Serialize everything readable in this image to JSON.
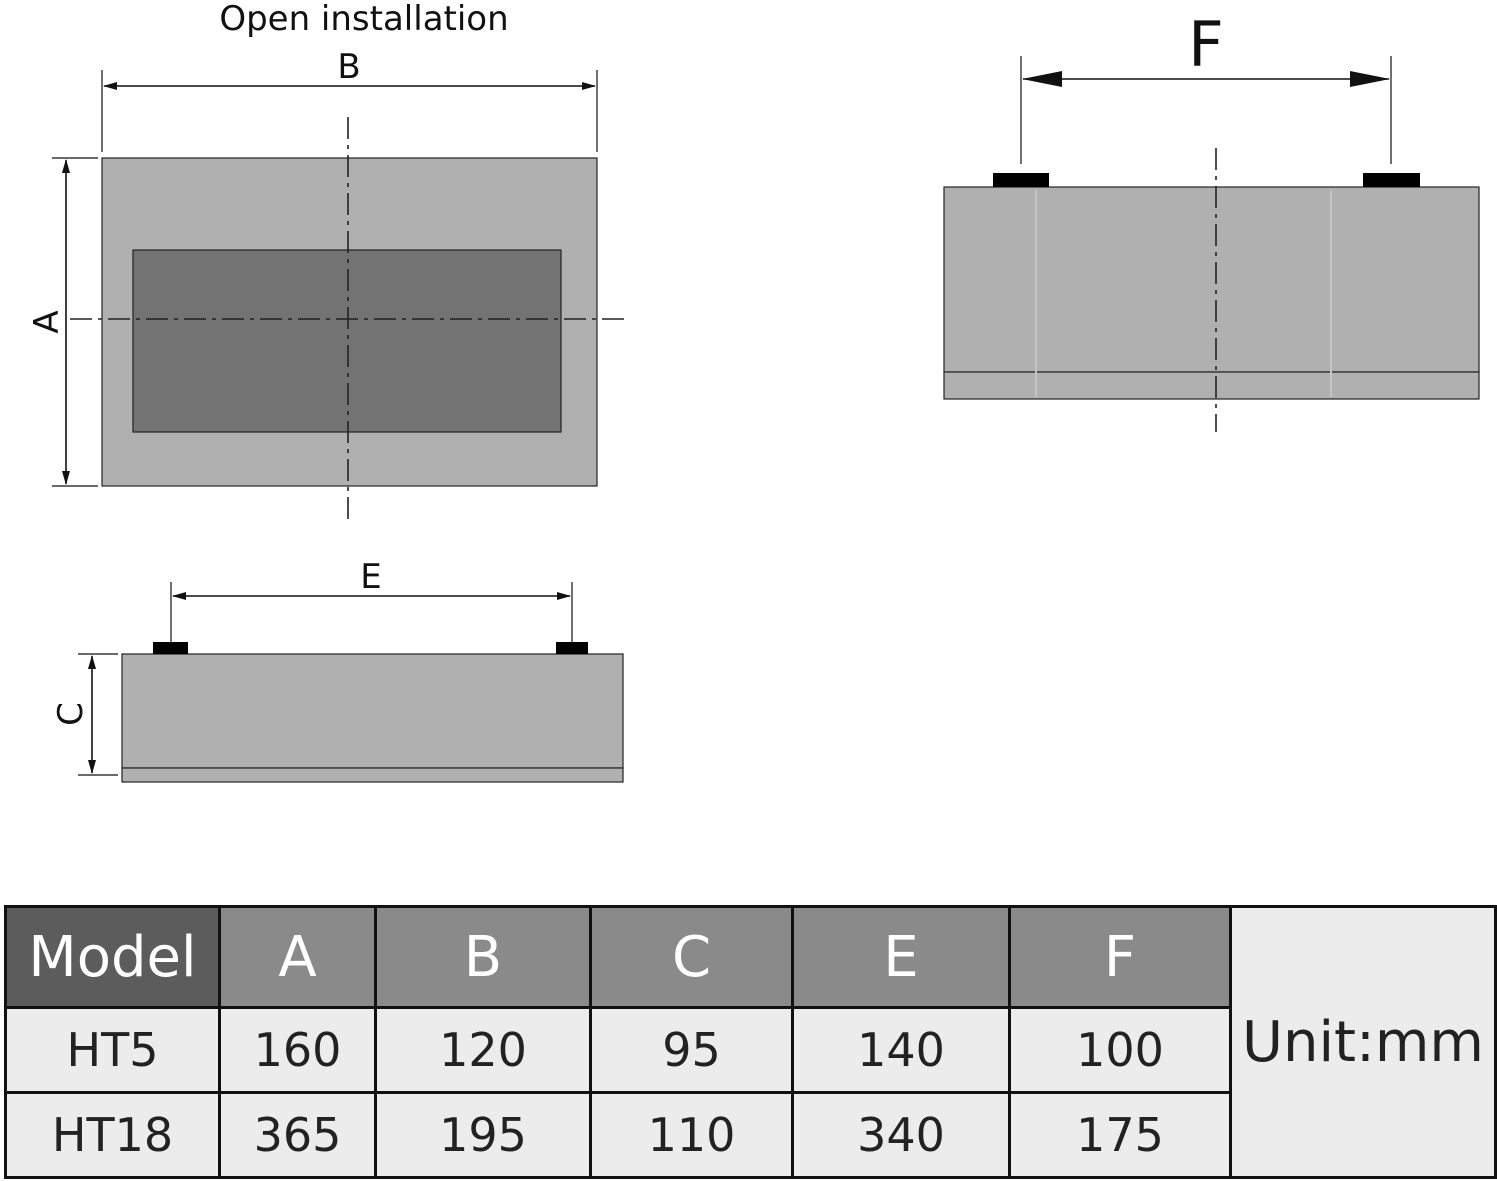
{
  "drawing": {
    "title": "Open installation",
    "labels": {
      "A": "A",
      "B": "B",
      "C": "C",
      "E": "E",
      "F": "F"
    },
    "colors": {
      "body": "#b0b0b0",
      "window": "#737373",
      "foot": "#000000",
      "outline": "#222222"
    }
  },
  "table": {
    "headers": [
      "Model",
      "A",
      "B",
      "C",
      "E",
      "F"
    ],
    "rows": [
      [
        "HT5",
        "160",
        "120",
        "95",
        "140",
        "100"
      ],
      [
        "HT18",
        "365",
        "195",
        "110",
        "340",
        "175"
      ]
    ],
    "unit": "Unit:mm"
  }
}
